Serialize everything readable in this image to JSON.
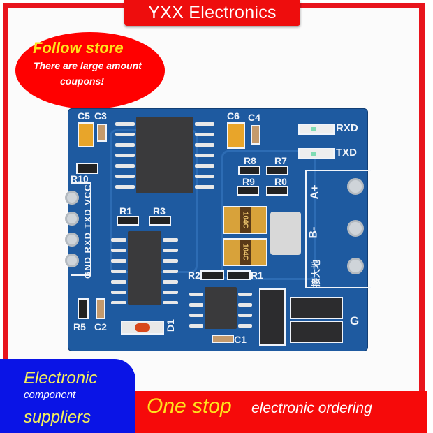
{
  "banner": {
    "title": "YXX Electronics"
  },
  "promo": {
    "headline": "Follow store",
    "line1": "There are large amount",
    "line2": "coupons!"
  },
  "product": {
    "description": "RS485 to TTL converter module (blue PCB)",
    "silkscreen": {
      "C5": "C5",
      "C3": "C3",
      "C6": "C6",
      "C4": "C4",
      "R10": "R10",
      "R1a": "R1",
      "R3": "R3",
      "R8": "R8",
      "R7": "R7",
      "R9": "R9",
      "R0": "R0",
      "R2": "R2",
      "R1b": "R1",
      "R5": "R5",
      "C2": "C2",
      "C1": "C1",
      "D1": "D1",
      "RXD_led": "RXD",
      "TXD_led": "TXD",
      "A_plus": "A+",
      "B_minus": "B-",
      "G": "G",
      "cn_label": "接大地",
      "header_pins": [
        "GND",
        "RXD",
        "TXD",
        "VCC"
      ],
      "cap_code_top": "104C",
      "cap_code_bottom": "104C"
    }
  },
  "footer": {
    "left_line1": "Electronic",
    "left_line2": "component",
    "left_line3": "suppliers",
    "right_emphasis": "One stop",
    "right_text": "electronic ordering"
  },
  "colors": {
    "frame_red": "#e8141c",
    "banner_red": "#ee0d0d",
    "promo_yellow": "#ffe21c",
    "pcb_blue": "#1e5aa0",
    "footer_blue": "#0a14e6"
  }
}
